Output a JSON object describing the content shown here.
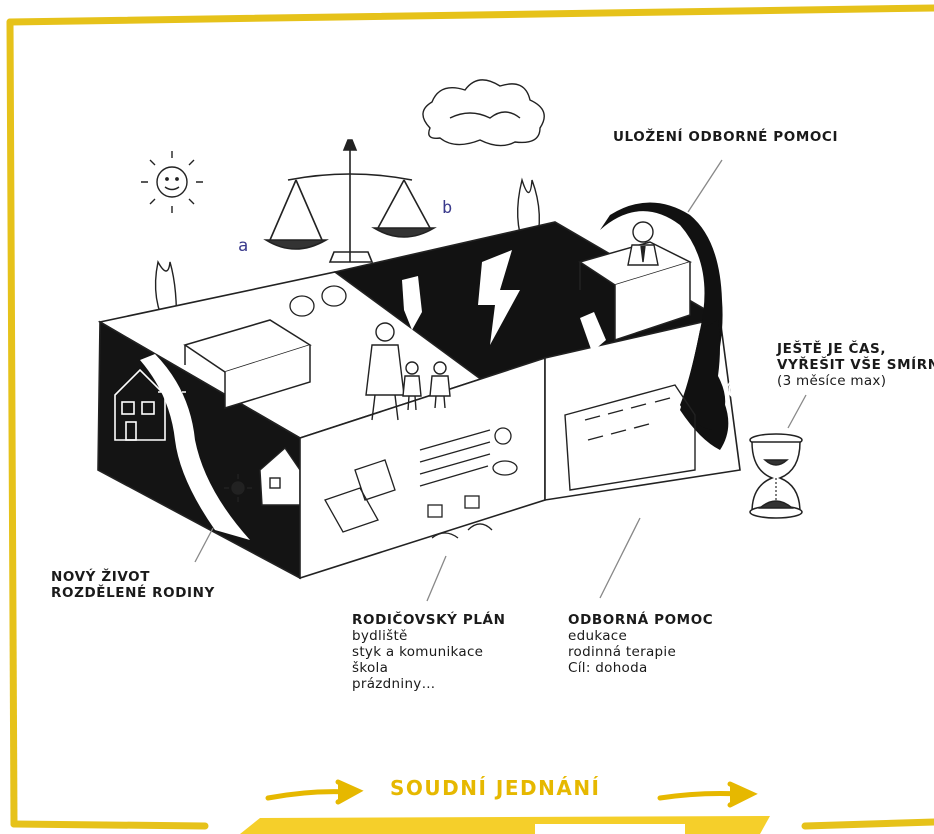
{
  "letters": {
    "a": "a",
    "b": "b"
  },
  "labels": {
    "ulozeni": "ULOŽENÍ ODBORNÉ POMOCI",
    "jeste_line1": "JEŠTĚ JE ČAS,",
    "jeste_line2": "VYŘEŠIT VŠE SMÍRN",
    "jeste_sub": "(3 měsíce max)",
    "novy_line1": "NOVÝ ŽIVOT",
    "novy_line2": "ROZDĚLENÉ RODINY",
    "plan_head": "RODIČOVSKÝ PLÁN",
    "plan_items": [
      "bydliště",
      "styk a komunikace",
      "škola",
      "prázdniny…"
    ],
    "pomoc_head": "ODBORNÁ POMOC",
    "pomoc_items": [
      "edukace",
      "rodinná terapie",
      "Cíl: dohoda"
    ]
  },
  "bottom": {
    "court": "SOUDNÍ JEDNÁNÍ"
  },
  "colors": {
    "accent": "#e6b800",
    "ink": "#111111",
    "paper": "#ffffff"
  }
}
